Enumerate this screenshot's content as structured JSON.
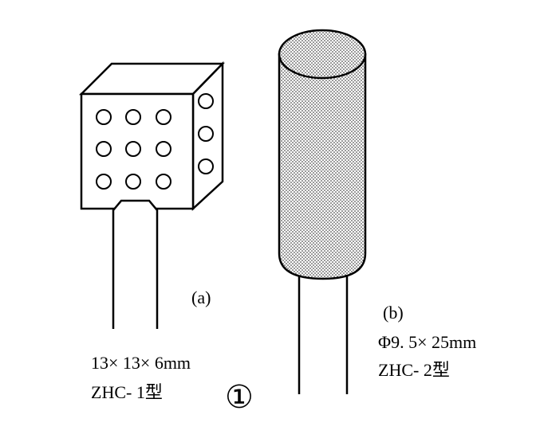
{
  "figure_a": {
    "label": "(a)",
    "dimensions": "13× 13× 6mm",
    "model": "ZHC- 1型",
    "index_mark": "①"
  },
  "figure_b": {
    "label": "(b)",
    "dimensions": "Φ9. 5× 25mm",
    "model": "ZHC- 2型"
  }
}
